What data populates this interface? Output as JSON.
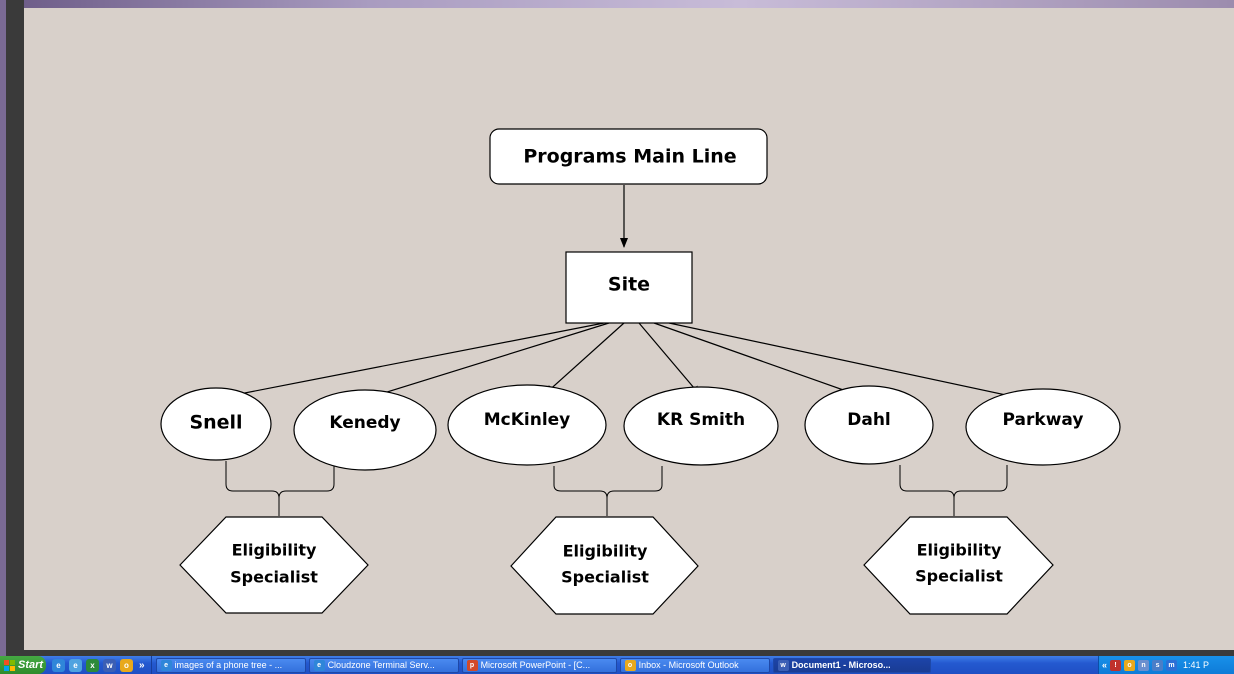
{
  "diagram": {
    "root": "Programs Main Line",
    "hub": "Site",
    "sites": [
      "Snell",
      "Kenedy",
      "McKinley",
      "KR Smith",
      "Dahl",
      "Parkway"
    ],
    "specialists": [
      {
        "line1": "Eligibility",
        "line2": "Specialist"
      },
      {
        "line1": "Eligibility",
        "line2": "Specialist"
      },
      {
        "line1": "Eligibility",
        "line2": "Specialist"
      }
    ],
    "colors": {
      "canvas": "#d8d0ca",
      "node_fill": "#ffffff",
      "stroke": "#000000"
    }
  },
  "taskbar": {
    "start_label": "Start",
    "overflow_chevron": "»",
    "windows": [
      {
        "label": "images of a phone tree - ...",
        "icon": "ie-icon",
        "active": false
      },
      {
        "label": "Cloudzone Terminal Serv...",
        "icon": "ie-icon",
        "active": false
      },
      {
        "label": "Microsoft PowerPoint - [C...",
        "icon": "powerpoint-icon",
        "active": false
      },
      {
        "label": "Inbox - Microsoft Outlook",
        "icon": "outlook-icon",
        "active": false
      },
      {
        "label": "Document1 - Microso...",
        "icon": "word-icon",
        "active": true
      }
    ],
    "tray": {
      "expand": "«",
      "clock": "1:41 P"
    }
  }
}
